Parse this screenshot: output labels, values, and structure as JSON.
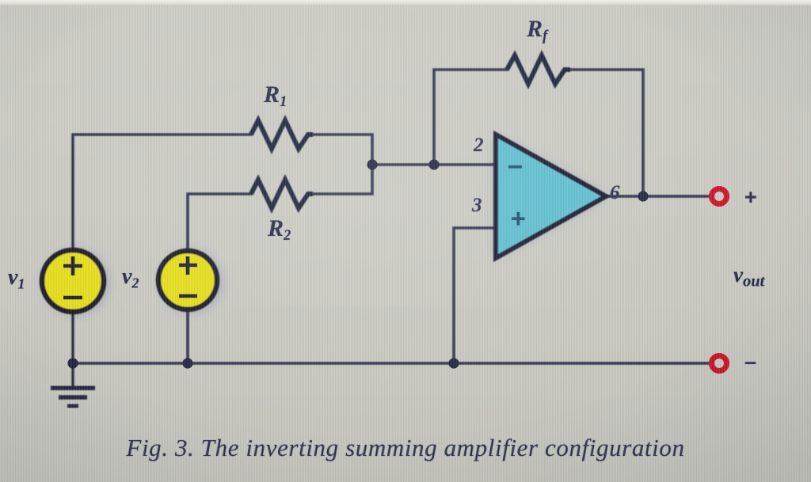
{
  "figure": {
    "caption": "Fig. 3.  The inverting summing amplifier configuration",
    "background_color": "#cbcbc3",
    "wire_color": "#2b2d4a",
    "opamp_fill_color": "#5bbed0",
    "source_fill_color": "#e8e013",
    "terminal_color": "#cc1122"
  },
  "components": {
    "resistor_r1": {
      "label": "R",
      "subscript": "1",
      "name": "input-resistor-1"
    },
    "resistor_r2": {
      "label": "R",
      "subscript": "2",
      "name": "input-resistor-2"
    },
    "resistor_rf": {
      "label": "R",
      "subscript": "f",
      "name": "feedback-resistor"
    },
    "source_v1": {
      "label": "v",
      "subscript": "1",
      "plus": "+",
      "minus": "–"
    },
    "source_v2": {
      "label": "v",
      "subscript": "2",
      "plus": "+",
      "minus": "–"
    },
    "opamp": {
      "inverting_pin": "2",
      "noninverting_pin": "3",
      "output_pin": "6",
      "inverting_sign": "–",
      "noninverting_sign": "+"
    },
    "output": {
      "label": "v",
      "subscript": "out",
      "plus": "+",
      "minus": "–"
    }
  }
}
